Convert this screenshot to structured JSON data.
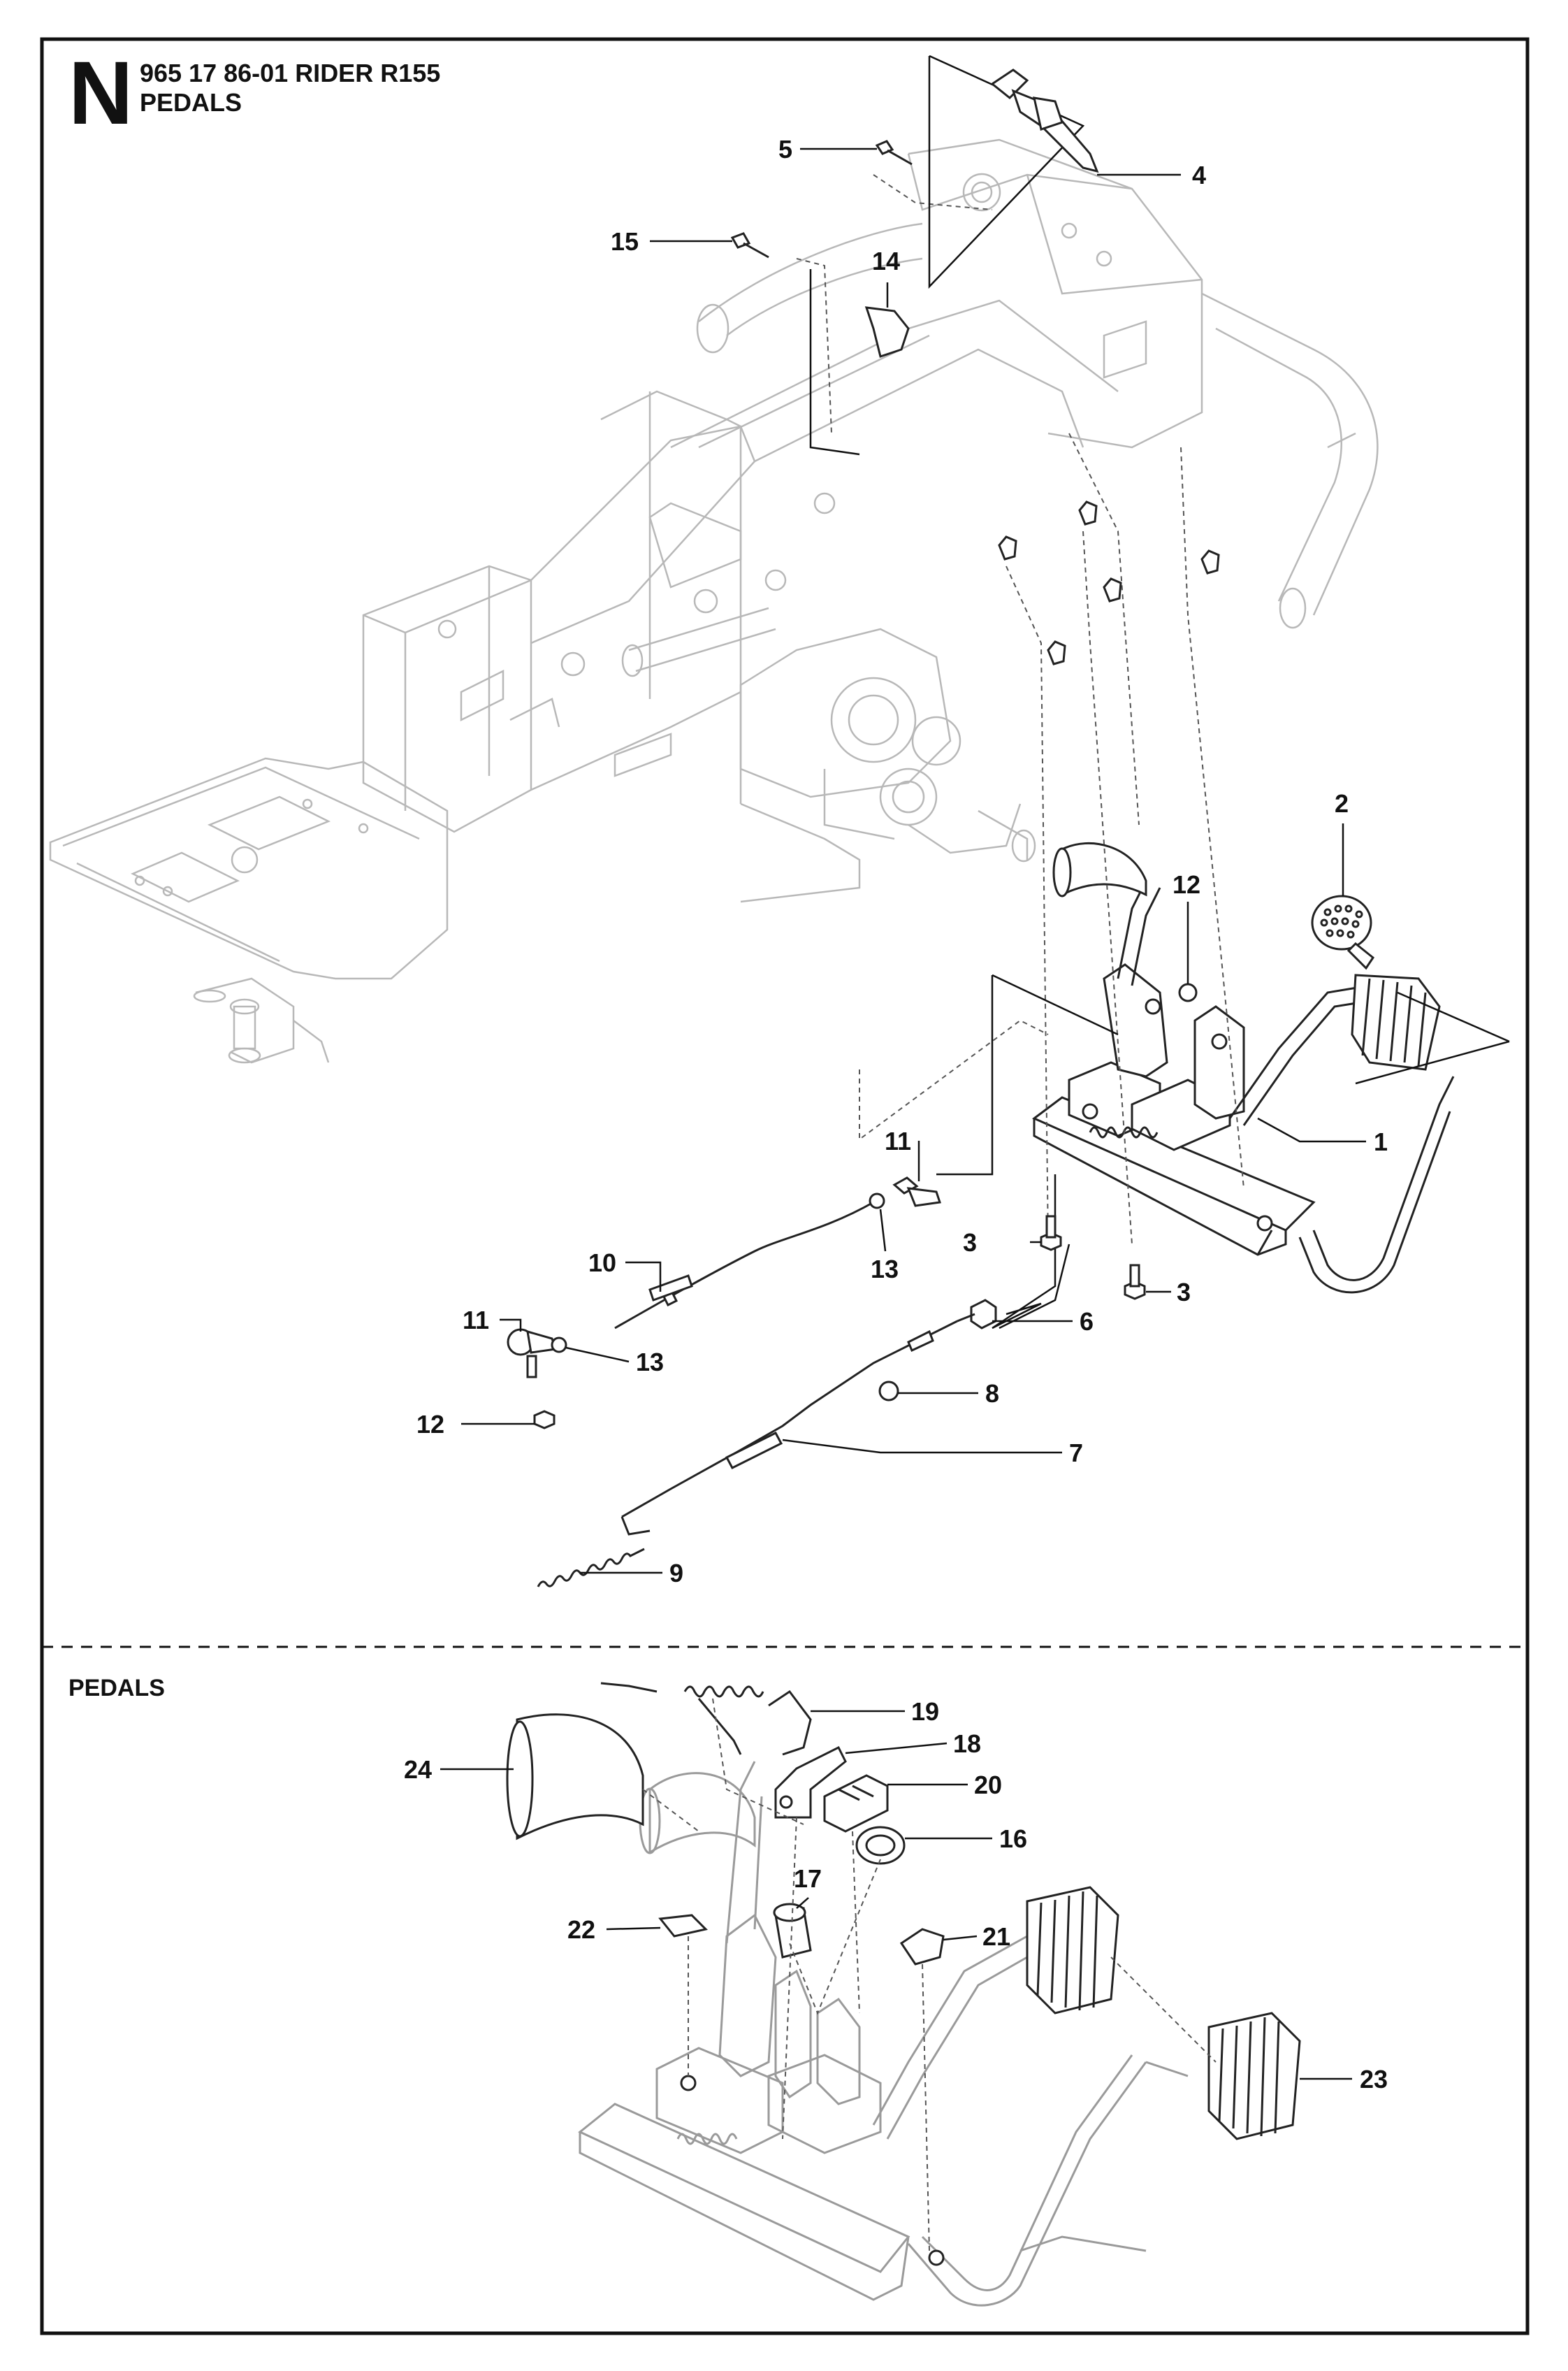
{
  "header": {
    "section_letter": "N",
    "model": "965 17 86-01 RIDER R155",
    "title": "PEDALS"
  },
  "lower_section": {
    "title": "PEDALS"
  },
  "callouts": {
    "c1": "1",
    "c2": "2",
    "c3a": "3",
    "c3b": "3",
    "c4": "4",
    "c5": "5",
    "c6": "6",
    "c7": "7",
    "c8": "8",
    "c9": "9",
    "c10": "10",
    "c11a": "11",
    "c11b": "11",
    "c12a": "12",
    "c12b": "12",
    "c13a": "13",
    "c13b": "13",
    "c14": "14",
    "c15": "15",
    "c16": "16",
    "c17": "17",
    "c18": "18",
    "c19": "19",
    "c20": "20",
    "c21": "21",
    "c22": "22",
    "c23": "23",
    "c24": "24"
  }
}
